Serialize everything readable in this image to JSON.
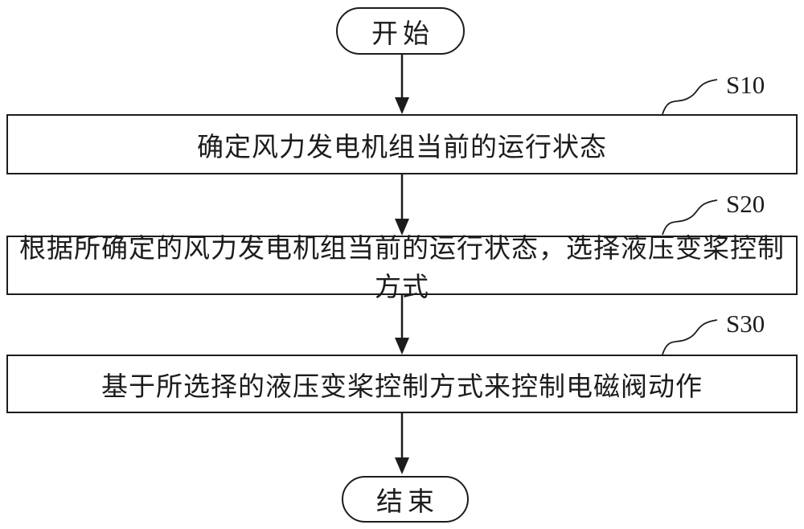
{
  "flowchart": {
    "start_label": "开始",
    "end_label": "结束",
    "steps": [
      {
        "id": "S10",
        "text": "确定风力发电机组当前的运行状态"
      },
      {
        "id": "S20",
        "text": "根据所确定的风力发电机组当前的运行状态，选择液压变桨控制方式"
      },
      {
        "id": "S30",
        "text": "基于所选择的液压变桨控制方式来控制电磁阀动作"
      }
    ],
    "colors": {
      "line": "#1c1c1c",
      "background": "#ffffff",
      "text": "#1c1c1c"
    }
  }
}
